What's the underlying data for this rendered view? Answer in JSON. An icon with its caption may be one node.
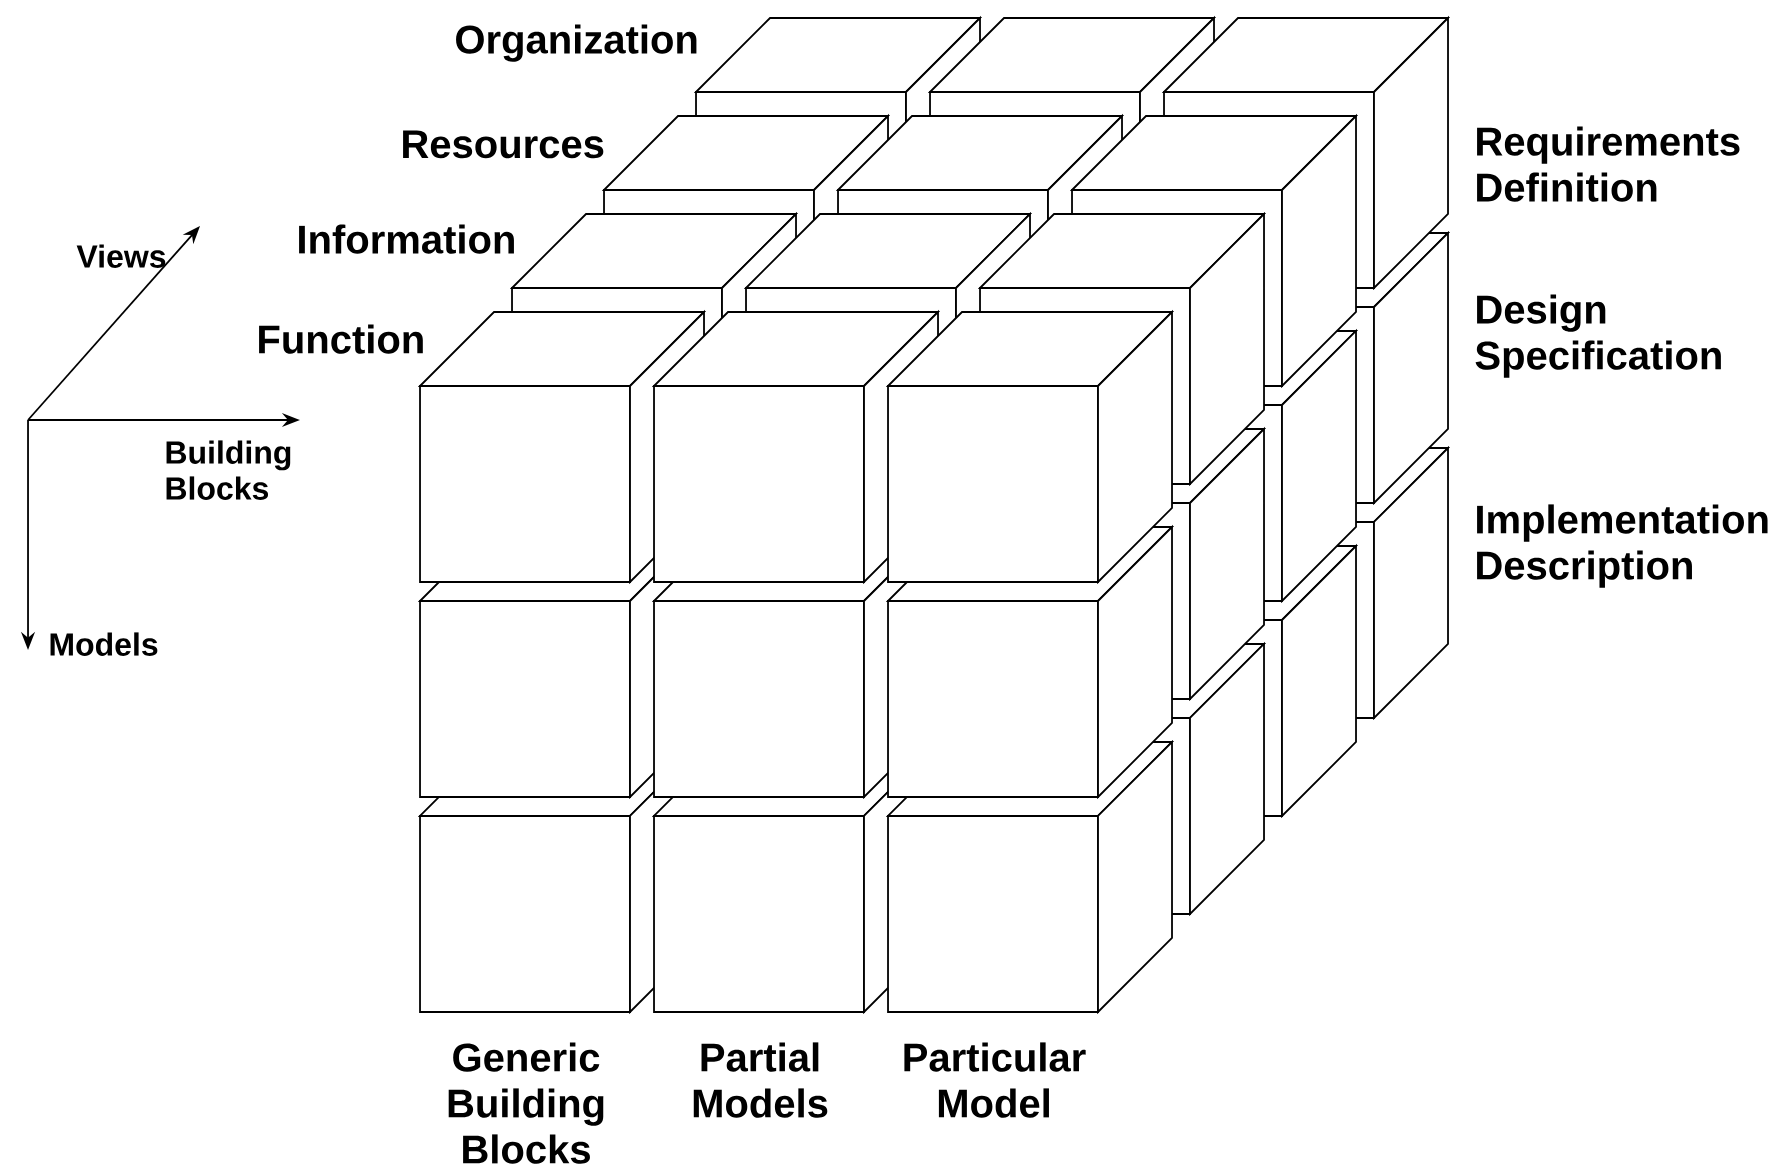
{
  "diagram": {
    "labels": [
      "Organization",
      "Requirements Definition",
      "Resources",
      "Information",
      "Design Specification",
      "Views",
      "Function",
      "Building Blocks",
      "Implementation Description",
      "Models",
      "Generic Building Blocks",
      "Partial Models",
      "Particular Model"
    ]
  }
}
